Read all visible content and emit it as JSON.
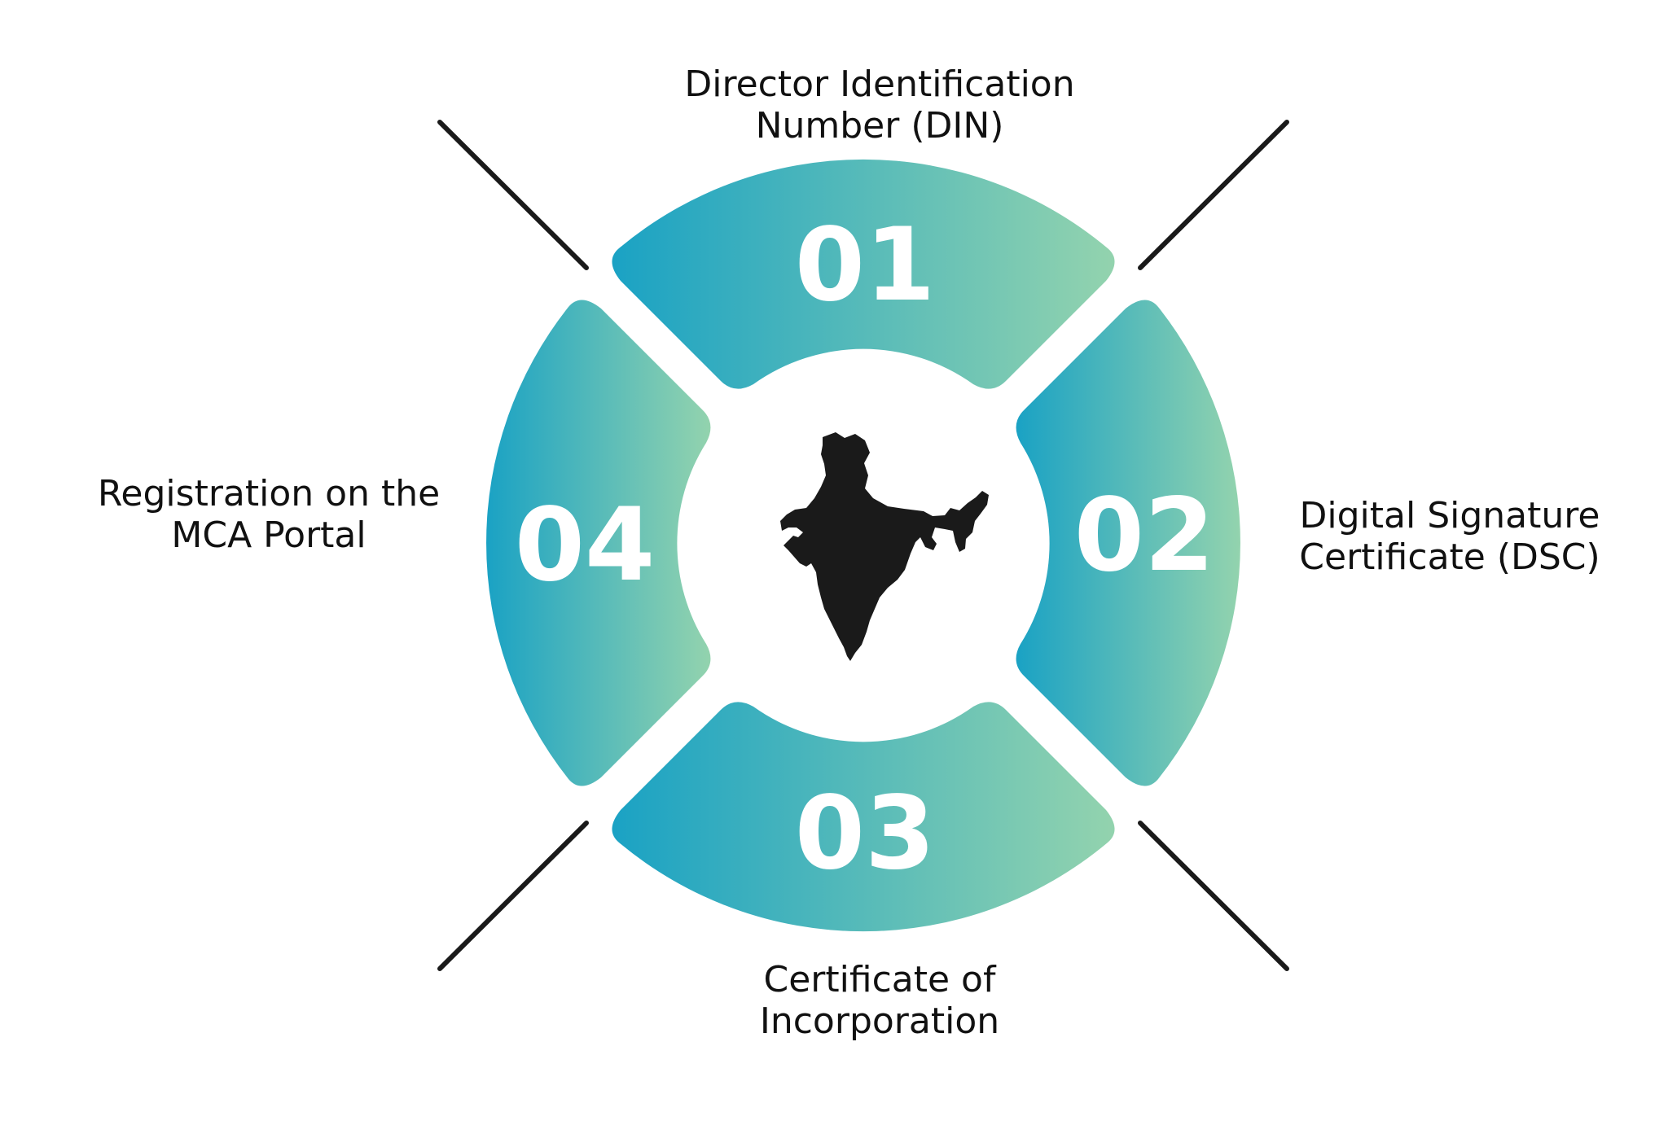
{
  "colors": {
    "gradient_start": "#1aa2c4",
    "gradient_end": "#93d3ae",
    "lines": "#1a1a1a",
    "map": "#1a1a1a",
    "number_text": "#ffffff"
  },
  "center_icon": "india-map-icon",
  "steps": [
    {
      "number": "01",
      "label_line1": "Director Identification",
      "label_line2": "Number (DIN)"
    },
    {
      "number": "02",
      "label_line1": "Digital Signature",
      "label_line2": "Certificate (DSC)"
    },
    {
      "number": "03",
      "label_line1": "Certificate of",
      "label_line2": "Incorporation"
    },
    {
      "number": "04",
      "label_line1": "Registration on the",
      "label_line2": "MCA Portal"
    }
  ]
}
